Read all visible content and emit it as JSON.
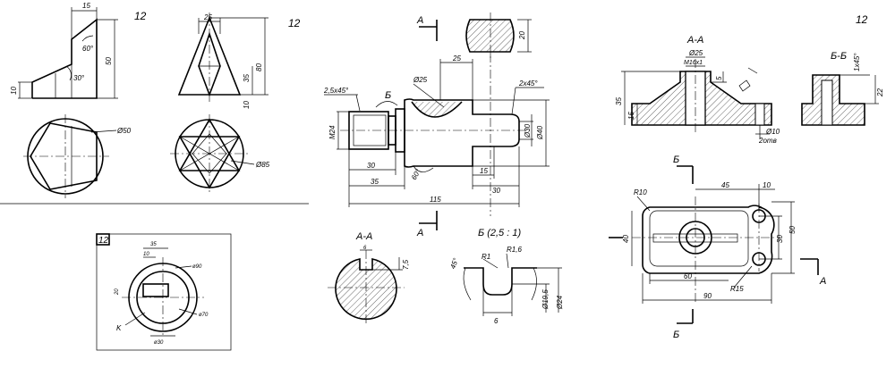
{
  "sheet_left": {
    "num1": "12",
    "num2": "12",
    "tri": {
      "w": "15",
      "a60": "60°",
      "a30": "30°",
      "h": "50",
      "base": "10"
    },
    "pyr": {
      "top": "25",
      "h80": "80",
      "h35": "35",
      "h10": "10"
    },
    "circ": {
      "d50": "Ø50",
      "d85": "Ø85"
    },
    "card": {
      "num": "12",
      "d35": "35",
      "d10": "10",
      "d20": "20",
      "d90": "ø90",
      "d70": "ø70",
      "k": "K",
      "d30": "ø30"
    }
  },
  "sheet_mid": {
    "sec_a_top": "A",
    "sec_a_bot": "A",
    "d20": "20",
    "chamfer_l": "2,5x45°",
    "chamfer_r": "2x45°",
    "b": "Б",
    "d25": "Ø25",
    "l25": "25",
    "m24": "M24",
    "d30": "Ø30",
    "d40": "Ø40",
    "a60": "60°",
    "l30": "30",
    "l35": "35",
    "l15": "15",
    "l30r": "30",
    "l115": "115",
    "aa": "A-A",
    "aa6": "6",
    "aa75": "7,5",
    "detail": "Б (2,5 : 1)",
    "r1": "R1",
    "r16": "R1,6",
    "a45": "45°",
    "d195": "Ø19,5",
    "d24": "Ø24",
    "w6": "6"
  },
  "sheet_right": {
    "num": "12",
    "aa": "A-A",
    "bb": "Б-Б",
    "d25": "Ø25",
    "m16": "M16x1",
    "h35": "35",
    "h15": "15",
    "h5": "5",
    "d10": "Ø10",
    "holes": "2отв",
    "ch": "1x45°",
    "h22": "22",
    "r10": "R10",
    "l45": "45",
    "l10": "10",
    "v40": "40",
    "v30": "30",
    "v50": "50",
    "l60": "60",
    "r15": "R15",
    "l90": "90",
    "b_top": "Б",
    "b_bot": "Б",
    "a_right": "A"
  }
}
